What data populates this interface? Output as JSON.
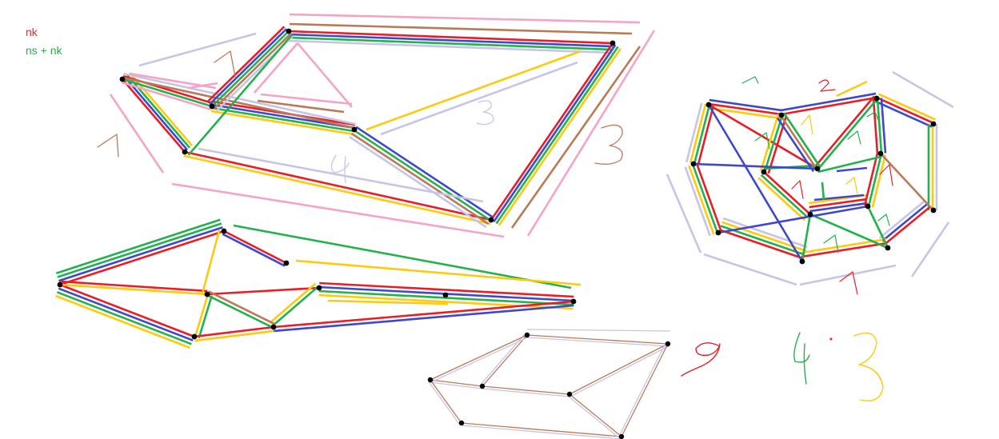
{
  "legend": [
    {
      "label": "nk",
      "color": "#e8262c"
    },
    {
      "label": "ns + nk",
      "color": "#22b14c"
    }
  ],
  "colors": {
    "red": "#ed1c24",
    "green": "#22b14c",
    "blue": "#3f48cc",
    "yellow": "#ffc90e",
    "brown": "#b97a57",
    "pink": "#f5a3c7",
    "lavender": "#c8c4e6",
    "node": "#000000"
  },
  "annotations": {
    "graph1": [
      "1",
      "1",
      "4",
      "3",
      "3"
    ],
    "graph3": [
      "1",
      "2",
      "1",
      "1",
      "1",
      "1",
      "1",
      "1",
      "1",
      "1",
      "1",
      "1"
    ],
    "bottom_right": [
      "9",
      "4",
      "3"
    ]
  }
}
